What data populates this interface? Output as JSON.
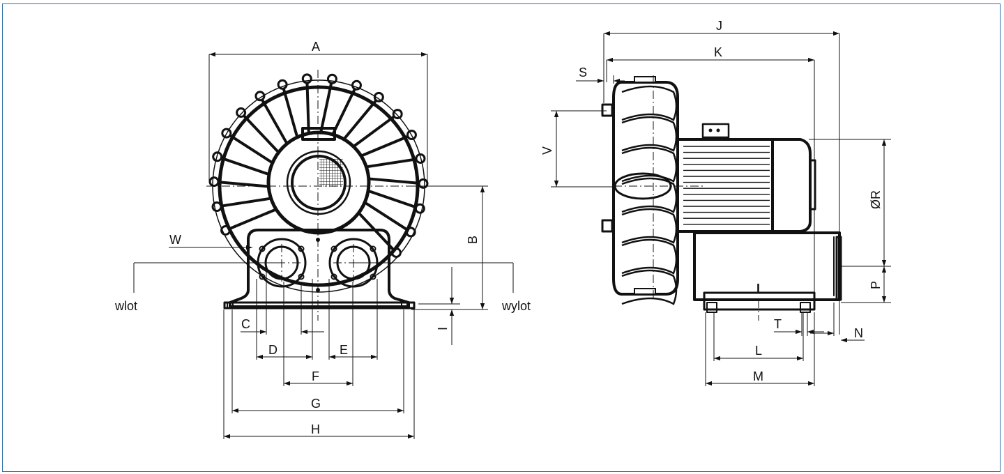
{
  "labels": {
    "A": "A",
    "B": "B",
    "C": "C",
    "D": "D",
    "E": "E",
    "F": "F",
    "G": "G",
    "H": "H",
    "I": "I",
    "J": "J",
    "K": "K",
    "L": "L",
    "M": "M",
    "N": "N",
    "P": "P",
    "R": "ØR",
    "S": "S",
    "T": "T",
    "V": "V",
    "W": "W",
    "inlet": "wlot",
    "outlet": "wylot",
    "mark": "I"
  },
  "colors": {
    "frame": "#2f6fa8",
    "line": "#111111",
    "background": "#ffffff"
  },
  "icons": {
    "arrowhead": "arrow-marker"
  }
}
